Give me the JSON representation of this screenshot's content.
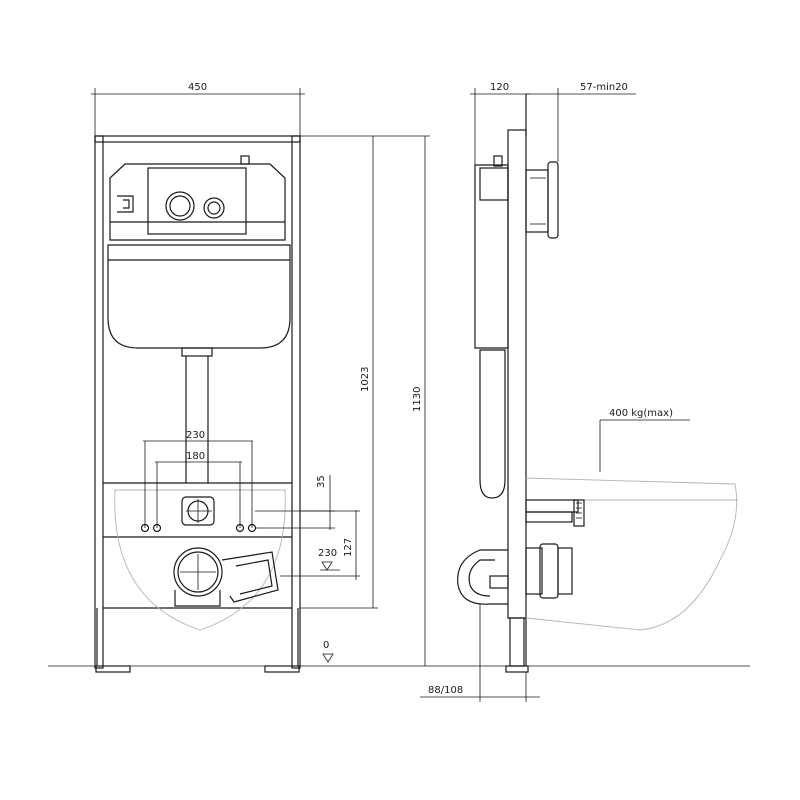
{
  "front_view": {
    "frame_width": "450",
    "spacing_outer": "230",
    "spacing_inner": "180",
    "offset_top": "35",
    "offset_side": "230",
    "offset_drain": "127",
    "height_inner": "1023",
    "height_total": "1130",
    "floor_level": "0"
  },
  "side_view": {
    "depth": "120",
    "wall_range": "57-min20",
    "load_rating": "400 kg(max)",
    "foot_depth": "88/108"
  }
}
